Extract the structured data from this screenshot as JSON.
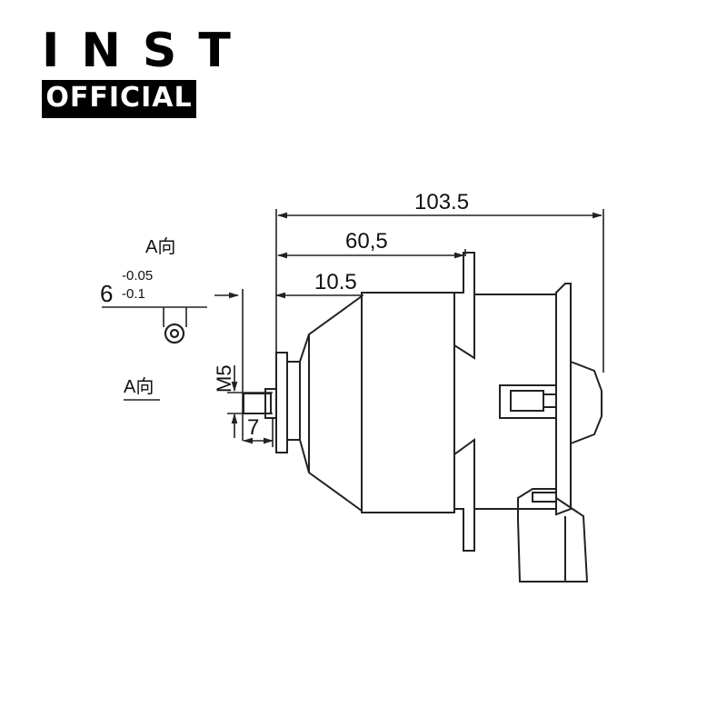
{
  "logo": {
    "line1": "INST",
    "line2": "OFFICIAL"
  },
  "dimensions": {
    "overall_length": "103.5",
    "body_length": "60,5",
    "shaft_length": "10.5",
    "thread": "M5",
    "thread_length": "7",
    "shaft_diameter": "6",
    "tolerance_upper": "-0.05",
    "tolerance_lower": "-0.1"
  },
  "views": {
    "view_label_top": "A向",
    "view_label_side": "A向"
  },
  "colors": {
    "line": "#222222",
    "brand_bg": "#000000",
    "brand_text": "#ffffff"
  }
}
